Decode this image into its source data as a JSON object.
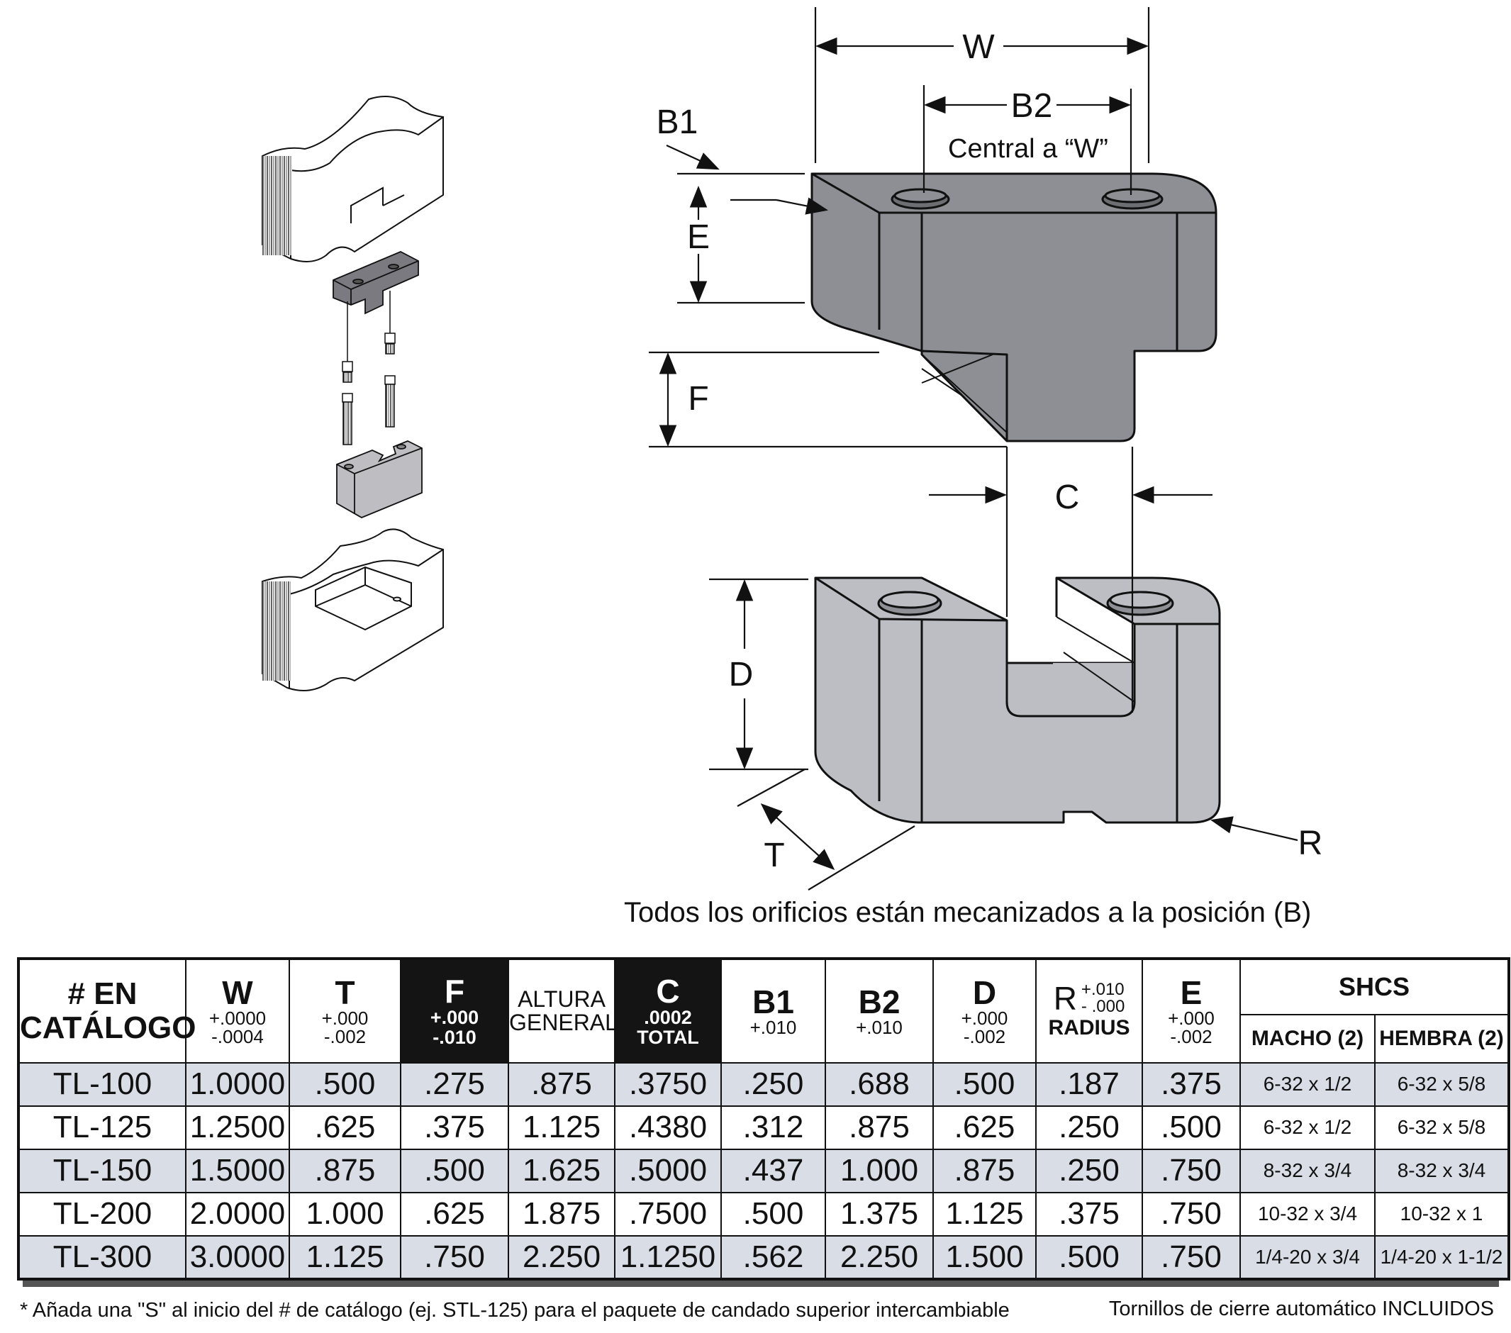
{
  "diagram": {
    "dim_labels": {
      "W": "W",
      "B2": "B2",
      "B2_note": "Central a “W”",
      "B1": "B1",
      "E": "E",
      "F": "F",
      "C": "C",
      "D": "D",
      "T": "T",
      "R": "R"
    },
    "caption": "Todos los orificios están mecanizados a la posición (B)"
  },
  "table": {
    "headers": {
      "catalog": [
        "# EN",
        "CATÁLOGO"
      ],
      "W": {
        "label": "W",
        "tol1": "+.0000",
        "tol2": "-.0004"
      },
      "T": {
        "label": "T",
        "tol1": "+.000",
        "tol2": "-.002"
      },
      "F": {
        "label": "F",
        "tol1": "+.000",
        "tol2": "-.010"
      },
      "altura": [
        "ALTURA",
        "GENERAL"
      ],
      "C": {
        "label": "C",
        "tol1": ".0002",
        "tol2": "TOTAL"
      },
      "B1": {
        "label": "B1",
        "tol1": "+.010"
      },
      "B2": {
        "label": "B2",
        "tol1": "+.010"
      },
      "D": {
        "label": "D",
        "tol1": "+.000",
        "tol2": "-.002"
      },
      "R": {
        "label": "R",
        "tol1": "+.010",
        "tol2": "- .000",
        "sub": "RADIUS"
      },
      "E": {
        "label": "E",
        "tol1": "+.000",
        "tol2": "-.002"
      },
      "shcs": "SHCS",
      "macho": "MACHO (2)",
      "hembra": "HEMBRA (2)"
    },
    "rows": [
      [
        "TL-100",
        "1.0000",
        ".500",
        ".275",
        ".875",
        ".3750",
        ".250",
        ".688",
        ".500",
        ".187",
        ".375",
        "6-32 x 1/2",
        "6-32 x 5/8"
      ],
      [
        "TL-125",
        "1.2500",
        ".625",
        ".375",
        "1.125",
        ".4380",
        ".312",
        ".875",
        ".625",
        ".250",
        ".500",
        "6-32 x 1/2",
        "6-32 x 5/8"
      ],
      [
        "TL-150",
        "1.5000",
        ".875",
        ".500",
        "1.625",
        ".5000",
        ".437",
        "1.000",
        ".875",
        ".250",
        ".750",
        "8-32 x 3/4",
        "8-32 x 3/4"
      ],
      [
        "TL-200",
        "2.0000",
        "1.000",
        ".625",
        "1.875",
        ".7500",
        ".500",
        "1.375",
        "1.125",
        ".375",
        ".750",
        "10-32 x 3/4",
        "10-32 x 1"
      ],
      [
        "TL-300",
        "3.0000",
        "1.125",
        ".750",
        "2.250",
        "1.1250",
        ".562",
        "2.250",
        "1.500",
        ".500",
        ".750",
        "1/4-20 x 3/4",
        "1/4-20 x 1-1/2"
      ]
    ]
  },
  "footer": {
    "note": "* Añada una \"S\" al inicio del # de catálogo (ej. STL-125) para el paquete de candado superior intercambiable",
    "screws": "Tornillos de cierre automático INCLUIDOS"
  }
}
